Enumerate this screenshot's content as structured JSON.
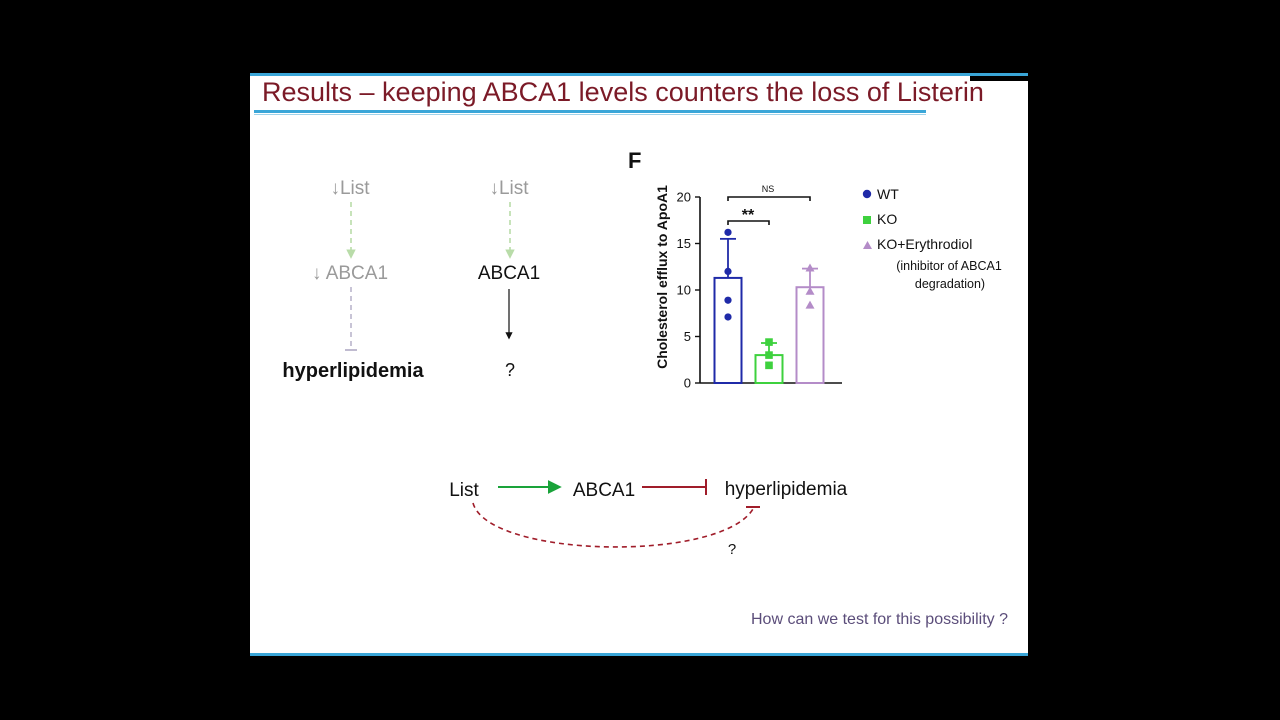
{
  "slide": {
    "title": "Results – keeping ABCA1 levels counters the loss of Listerin",
    "footer_question": "How can we test for this possibility ?"
  },
  "diagram_left": {
    "top_label": "↓List",
    "middle_label": "↓ ABCA1",
    "bottom_label": "hyperlipidemia"
  },
  "diagram_middle": {
    "top_label": "↓List",
    "middle_label": "ABCA1",
    "bottom_label": "?"
  },
  "pathway": {
    "node_list": "List",
    "node_abca1": "ABCA1",
    "node_hyper": "hyperlipidemia",
    "question": "?"
  },
  "colors": {
    "title": "#7b1a27",
    "accent_rule": "#3aa6d8",
    "activation_arrow": "#1aa33a",
    "inhibition": "#a01d2a",
    "wt": "#1f2aa8",
    "ko": "#3ed13e",
    "ko_erythrodiol": "#b48cc8"
  },
  "chart_data": {
    "type": "bar",
    "panel_label": "F",
    "categories": [
      "WT",
      "KO",
      "KO+Erythrodiol"
    ],
    "values": [
      11.3,
      3.0,
      10.3
    ],
    "errors": [
      4.2,
      1.3,
      2.0
    ],
    "points": [
      [
        16.2,
        12.0,
        8.9,
        7.1
      ],
      [
        4.4,
        3.0,
        1.9
      ],
      [
        12.4,
        9.9,
        8.4
      ]
    ],
    "ylabel": "Cholesterol efflux to ApoA1",
    "ylim": [
      0,
      20
    ],
    "yticks": [
      "0",
      "5",
      "10",
      "15",
      "20"
    ],
    "legend": {
      "wt": "WT",
      "ko": "KO",
      "ko_ery": "KO+Erythrodiol",
      "note_line1": "(inhibitor of ABCA1",
      "note_line2": "degradation)"
    },
    "significance": {
      "wt_vs_ko": "**",
      "wt_vs_ko_ery": "NS"
    },
    "grid": false,
    "legend_position": "right"
  }
}
